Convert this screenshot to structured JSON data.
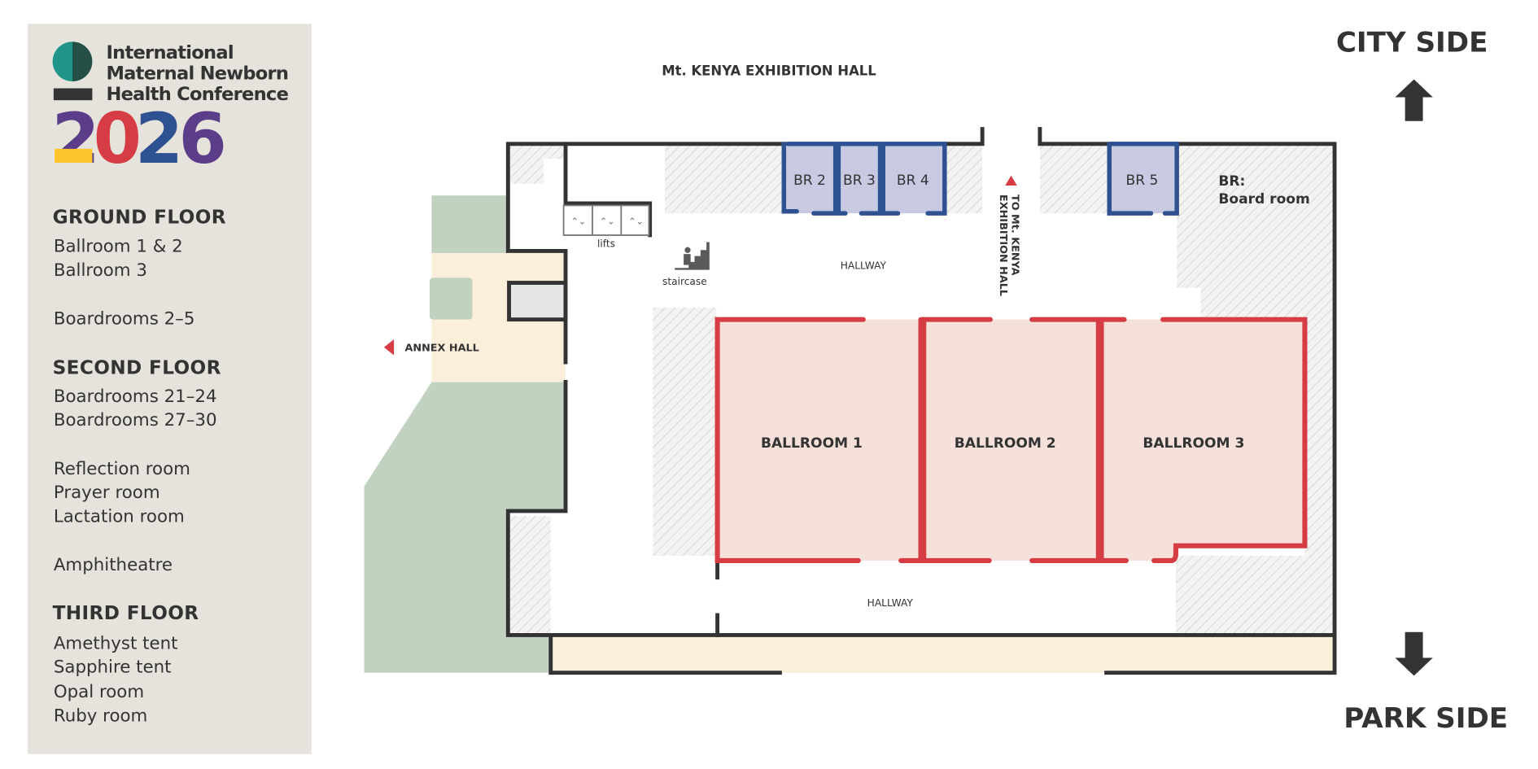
{
  "logo": {
    "line1": "International",
    "line2": "Maternal Newborn",
    "line3": "Health Conference",
    "year_digits": [
      "2",
      "0",
      "2",
      "6"
    ]
  },
  "legend": {
    "sections": [
      {
        "heading": "GROUND FLOOR",
        "items": [
          "Ballroom 1 & 2",
          "Ballroom 3",
          "Boardrooms 2–5"
        ]
      },
      {
        "heading": "SECOND FLOOR",
        "items": [
          "Boardrooms 21–24",
          "Boardrooms 27–30",
          "Reflection room",
          "Prayer room",
          "Lactation room",
          "Amphitheatre"
        ]
      },
      {
        "heading": "THIRD FLOOR",
        "items": [
          "Amethyst tent",
          "Sapphire tent",
          "Opal room",
          "Ruby room"
        ]
      }
    ]
  },
  "map": {
    "top_label": "Mt. KENYA EXHIBITION HALL",
    "city_side": "CITY SIDE",
    "park_side": "PARK SIDE",
    "annex": "ANNEX HALL",
    "to_kenya_line1": "TO Mt. KENYA",
    "to_kenya_line2": "EXHIBITION HALL",
    "hallway_upper": "HALLWAY",
    "hallway_lower": "HALLWAY",
    "lifts": "lifts",
    "staircase": "staircase",
    "ballrooms": [
      "BALLROOM 1",
      "BALLROOM 2",
      "BALLROOM 3"
    ],
    "boardrooms": [
      "BR 2",
      "BR 3",
      "BR 4",
      "BR 5"
    ],
    "br_key_line1": "BR:",
    "br_key_line2": "Board room"
  },
  "colors": {
    "ballroom_fill": "#f6e1da",
    "ballroom_stroke": "#d63c43",
    "boardroom_fill": "#c8cae2",
    "boardroom_stroke": "#2e5192",
    "garden": "#c1d2c0",
    "walkway": "#fbefdb",
    "panel": "#e5e3dc"
  }
}
